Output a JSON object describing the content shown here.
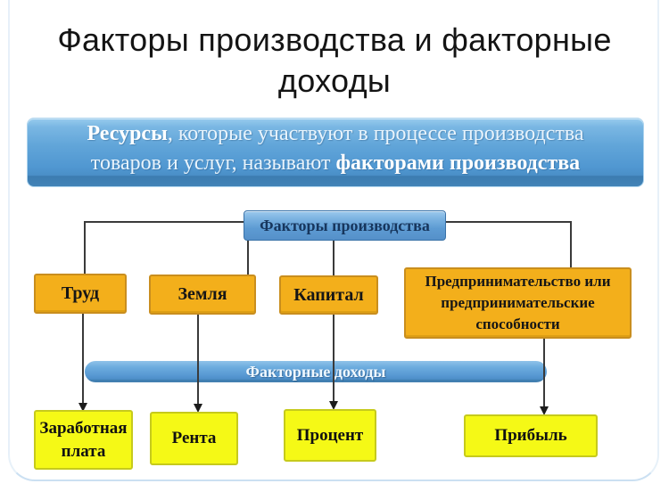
{
  "title": {
    "line1": "Факторы производства и факторные",
    "line2": "доходы"
  },
  "banner": {
    "line1_bold": "Ресурсы",
    "line1_rest": ", которые участвуют в процессе производства",
    "line2_rest": "товаров и услуг, называют ",
    "line2_bold": "факторами производства"
  },
  "diagram": {
    "root_label": "Факторы производства",
    "incomes_bar_label": "Факторные доходы",
    "factors": [
      {
        "label": "Труд"
      },
      {
        "label": "Земля"
      },
      {
        "label": "Капитал"
      },
      {
        "label": "Предпринимательство или предпринимательские способности"
      }
    ],
    "incomes": [
      {
        "label": "Заработная плата"
      },
      {
        "label": "Рента"
      },
      {
        "label": "Процент"
      },
      {
        "label": "Прибыль"
      }
    ]
  },
  "colors": {
    "factor_fill": "#f3af1b",
    "factor_border": "#c98e1e",
    "income_fill": "#f5f916",
    "income_border": "#c6ca1c",
    "banner_blue": "#5a9fd5",
    "bar_blue": "#5697d2",
    "root_text_navy": "#17365d",
    "connector": "#3a3a3a",
    "frame_light_blue": "#cbe0f2",
    "title_text": "#141414"
  }
}
